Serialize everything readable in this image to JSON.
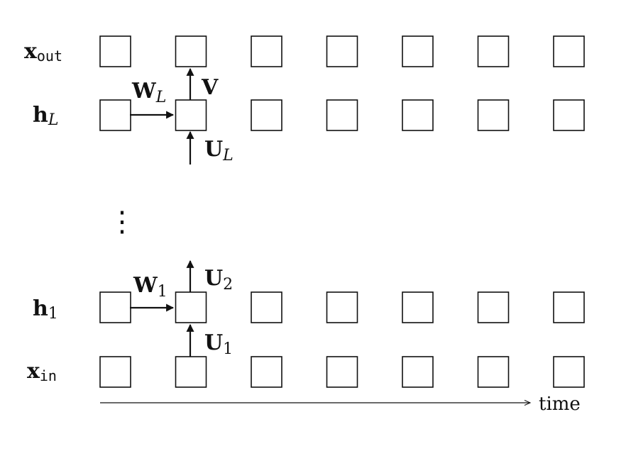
{
  "rows": [
    {
      "base": "x",
      "sub": "out",
      "sub_style": "mono"
    },
    {
      "base": "h",
      "sub": "L",
      "sub_style": "italic"
    },
    {
      "base": "h",
      "sub": "1",
      "sub_style": "normal"
    },
    {
      "base": "x",
      "sub": "in",
      "sub_style": "mono"
    }
  ],
  "timesteps": 7,
  "edges": {
    "w_L": {
      "base": "W",
      "sub": "L"
    },
    "v": {
      "base": "V"
    },
    "u_L": {
      "base": "U",
      "sub": "L"
    },
    "w_1": {
      "base": "W",
      "sub": "1"
    },
    "u_2": {
      "base": "U",
      "sub": "2"
    },
    "u_1": {
      "base": "U",
      "sub": "1"
    }
  },
  "ellipsis": "⋮",
  "time_axis_label": "time"
}
